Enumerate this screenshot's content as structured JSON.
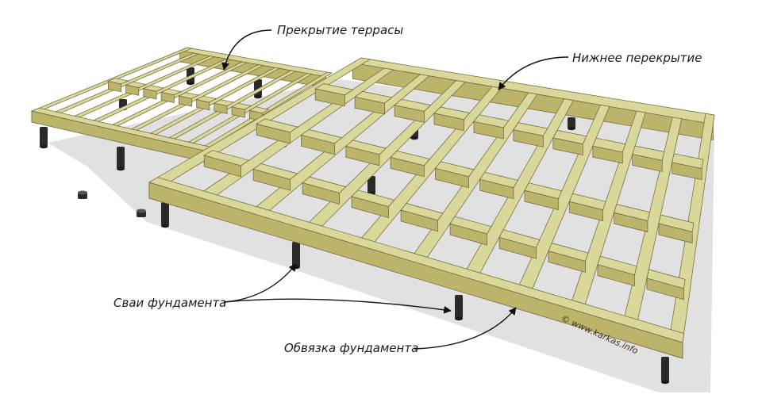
{
  "labels": {
    "terrace_floor": "Прекрытие террасы",
    "lower_floor": "Нижнее перекрытие",
    "piles": "Сваи фундамента",
    "foundation_frame": "Обвязка фундамента"
  },
  "watermark": "© www.karkas.info",
  "colors": {
    "wood_top": "#d9d79a",
    "wood_side": "#bdb46c",
    "wood_edge": "#6b6235",
    "shadow": "#c9c9c9",
    "pile": "#2a2a2a",
    "text": "#1a1a1a"
  }
}
